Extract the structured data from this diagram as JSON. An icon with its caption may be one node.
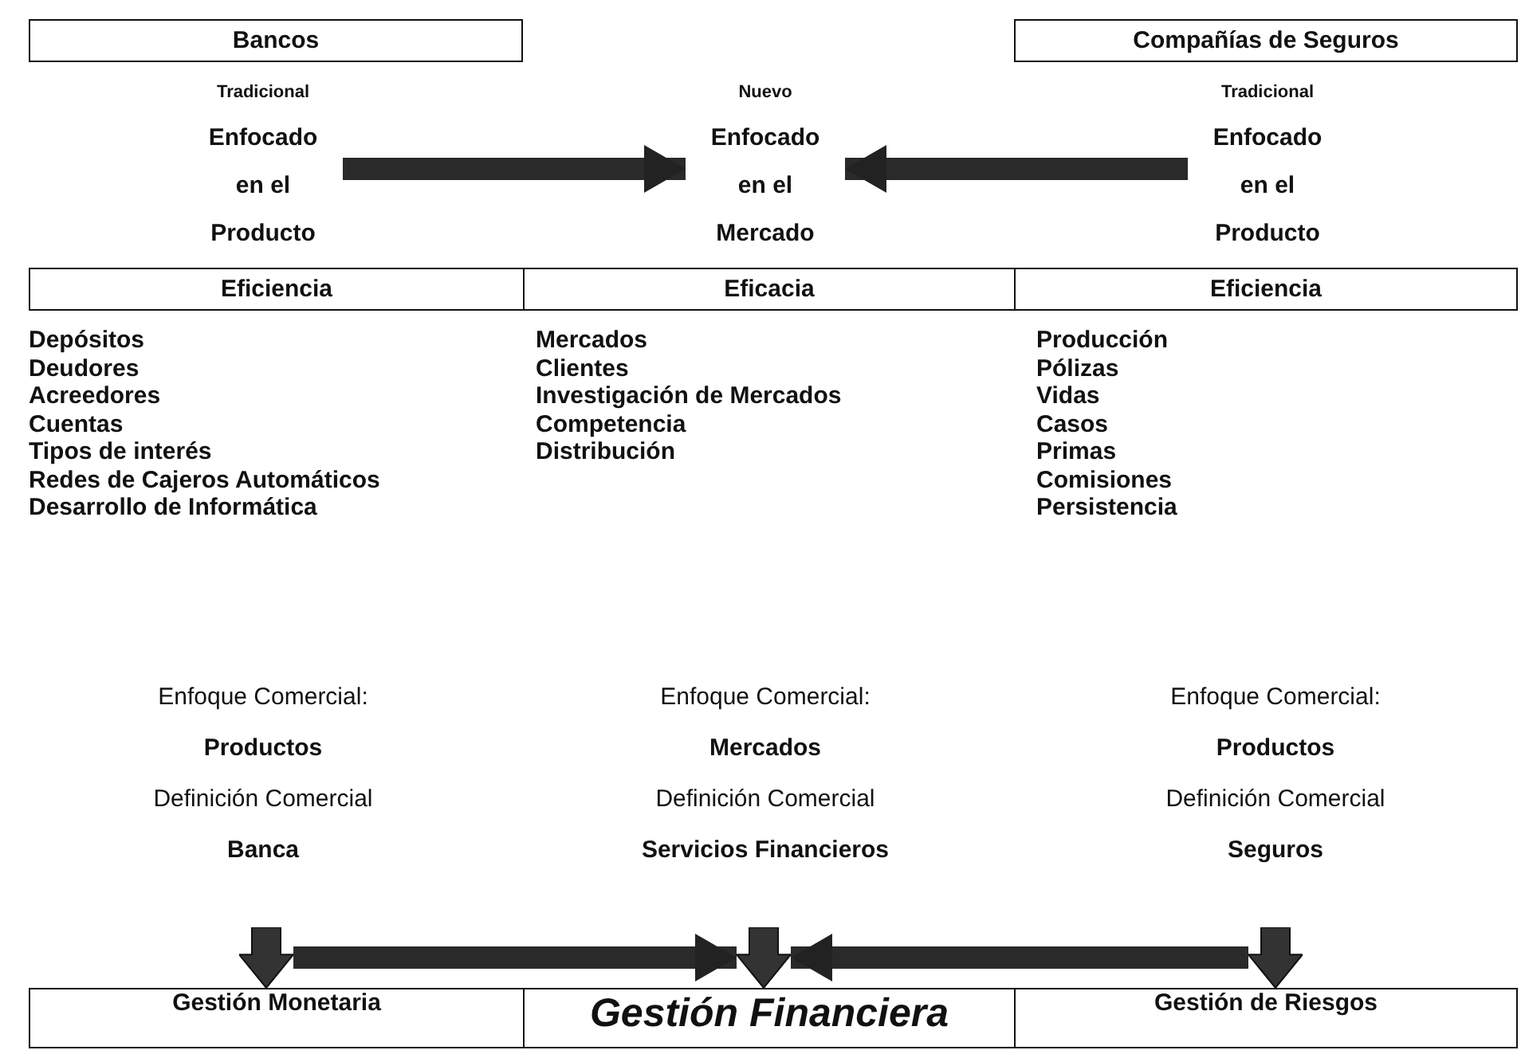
{
  "diagram": {
    "nodes": [
      {
        "text": [
          "Bancos"
        ]
      },
      {
        "text": [
          "Compañías de Seguros"
        ]
      },
      {
        "text": [
          "Tradicional",
          "Enfocado en el Producto"
        ]
      },
      {
        "text": [
          "Nuevo",
          "Enfocado en el Mercado"
        ]
      },
      {
        "text": [
          "Tradicional",
          "Enfocado en el Producto"
        ]
      },
      {
        "text": [
          "Eficiencia"
        ]
      },
      {
        "text": [
          "Eficacia"
        ]
      },
      {
        "text": [
          "Eficiencia"
        ]
      },
      {
        "text": [
          "Enfoque Comercial:",
          "Productos",
          "Definición Comercial",
          "Banca"
        ]
      },
      {
        "text": [
          "Enfoque Comercial:",
          "Mercados",
          "Definición Comercial",
          "Servicios Financieros"
        ]
      },
      {
        "text": [
          "Enfoque Comercial:",
          "Productos",
          "Definición Comercial",
          "Seguros"
        ]
      },
      {
        "text": [],
        "shape": "arrow"
      },
      {
        "text": [],
        "shape": "arrow"
      },
      {
        "text": [],
        "shape": "arrow"
      },
      {
        "text": [
          "Gestión Monetaria"
        ]
      },
      {
        "text": [
          "Gestión Financiera"
        ]
      },
      {
        "text": [
          "Gestión de Riesgos"
        ]
      }
    ],
    "edges": [
      {
        "from": 2,
        "to": 3,
        "arrow": "to"
      },
      {
        "from": 4,
        "to": 3,
        "arrow": "to"
      },
      {
        "from": 11,
        "to": 12,
        "arrow": "to"
      },
      {
        "from": 13,
        "to": 12,
        "arrow": "to"
      }
    ],
    "labels": [
      "Depósitos",
      "Deudores",
      "Acreedores",
      "Cuentas",
      "Tipos de interés",
      "Redes de Cajeros Automáticos",
      "Desarrollo de Informática",
      "Mercados",
      "Clientes",
      "Investigación de Mercados",
      "Competencia",
      "Distribución",
      "Producción",
      "Pólizas",
      "Vidas",
      "Casos",
      "Primas",
      "Comisiones",
      "Persistencia"
    ]
  }
}
